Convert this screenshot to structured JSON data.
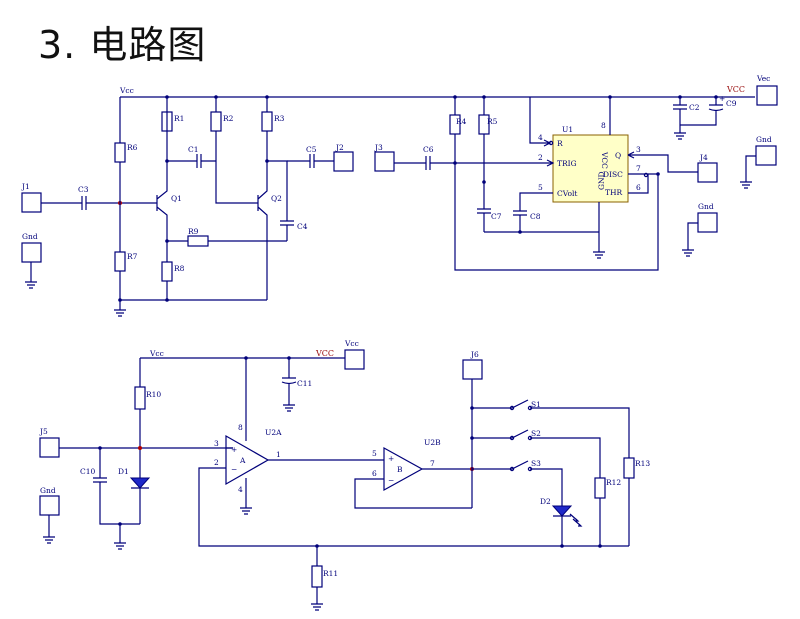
{
  "title": "3. 电路图",
  "labels": {
    "vcc": "Vcc",
    "vcc_caps": "VCC",
    "vcc_short": "Vcc",
    "vcc_alt": "Vec",
    "gnd": "Gnd",
    "j1": "J1",
    "j2": "J2",
    "j3": "J3",
    "j4": "J4",
    "j5": "J5",
    "j6": "J6",
    "r1": "R1",
    "r2": "R2",
    "r3": "R3",
    "r4": "R4",
    "r5": "R5",
    "r6": "R6",
    "r7": "R7",
    "r8": "R8",
    "r9": "R9",
    "r10": "R10",
    "r11": "R11",
    "r12": "R12",
    "r13": "R13",
    "c1": "C1",
    "c2": "C2",
    "c3": "C3",
    "c4": "C4",
    "c5": "C5",
    "c6": "C6",
    "c7": "C7",
    "c8": "C8",
    "c9": "C9",
    "c10": "C10",
    "c11": "C11",
    "q1": "Q1",
    "q2": "Q2",
    "u1": "U1",
    "u2a": "U2A",
    "u2b": "U2B",
    "d1": "D1",
    "d2": "D2",
    "s1": "S1",
    "s2": "S2",
    "s3": "S3",
    "pin_r": "R",
    "pin_trig": "TRIG",
    "pin_cvolt": "CVolt",
    "pin_vcc": "VCC",
    "pin_q": "Q",
    "pin_disc": "DISC",
    "pin_thr": "THR",
    "pin_gnd": "GND",
    "amp_a": "A",
    "amp_b": "B",
    "n1": "1",
    "n2": "2",
    "n3": "3",
    "n4": "4",
    "n5": "5",
    "n6": "6",
    "n7": "7",
    "n8": "8"
  }
}
